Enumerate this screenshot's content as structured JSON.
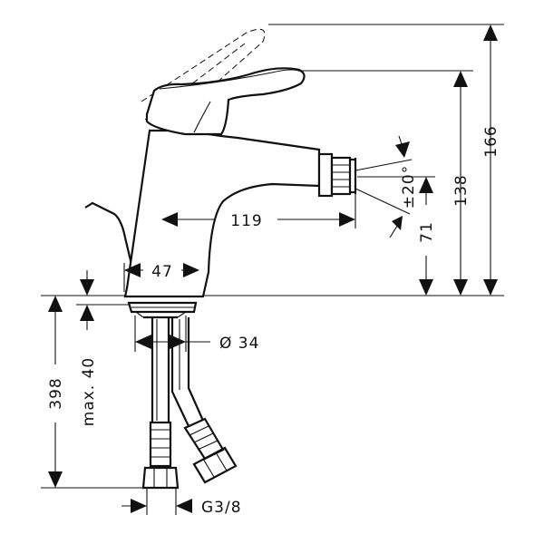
{
  "dimensions": {
    "overall_height": "166",
    "spout_height": "138",
    "outlet_height": "71",
    "spout_reach": "119",
    "swivel_angle": "±20°",
    "base_width": "47",
    "hole_diameter": "Ø 34",
    "hose_length": "398",
    "max_deck_thickness": "max. 40",
    "connection_thread": "G3/8"
  },
  "colors": {
    "line": "#111111",
    "background": "#ffffff"
  }
}
